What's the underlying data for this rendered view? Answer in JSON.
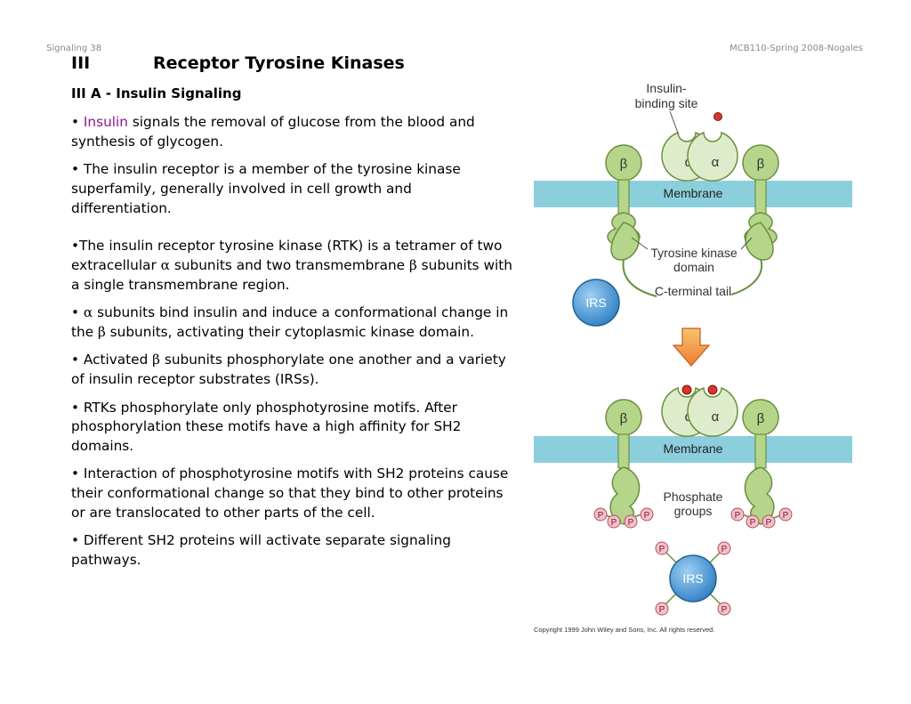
{
  "header": {
    "slide_number": "Signaling 38",
    "course": "MCB110-Spring 2008-Nogales"
  },
  "title": {
    "number": "III",
    "text": "Receptor Tyrosine Kinases"
  },
  "subtitle": "III A - Insulin Signaling",
  "bullets": {
    "b1": {
      "prefix": "• ",
      "highlight": "Insulin",
      "rest": " signals the removal of glucose from the blood and synthesis of glycogen."
    },
    "b2": "• The insulin receptor is a member of the tyrosine kinase superfamily, generally involved in cell growth and differentiation.",
    "b3": {
      "p1": "•The insulin receptor tyrosine kinase (RTK) is a tetramer of two extracellular ",
      "g1": "α",
      "p2": " subunits and two transmembrane ",
      "g2": "β",
      "p3": " subunits with a single transmembrane region."
    },
    "b4": {
      "p1": "• ",
      "g1": "α",
      "p2": " subunits bind insulin and induce a conformational change in the ",
      "g2": "β",
      "p3": " subunits, activating their cytoplasmic kinase domain."
    },
    "b5": {
      "p1": "• Activated ",
      "g1": "β",
      "p2": " subunits phosphorylate one another and a variety of insulin receptor substrates (IRSs)."
    },
    "b6": "• RTKs phosphorylate only phosphotyrosine motifs. After phosphorylation these motifs have a high affinity for SH2 domains.",
    "b7": "• Interaction of phosphotyrosine motifs with SH2 proteins cause their conformational change so that they bind to other proteins or are translocated to other parts of the cell.",
    "b8": "• Different SH2 proteins will activate separate signaling pathways."
  },
  "figure": {
    "top": {
      "insulin_binding_1": "Insulin-",
      "insulin_binding_2": "binding site",
      "membrane": "Membrane",
      "tk_1": "Tyrosine kinase",
      "tk_2": "domain",
      "c_tail": "C-terminal tail",
      "irs": "IRS",
      "alpha": "α",
      "beta": "β"
    },
    "bottom": {
      "membrane": "Membrane",
      "phosphate_1": "Phosphate",
      "phosphate_2": "groups",
      "irs": "IRS",
      "p": "P",
      "alpha": "α",
      "beta": "β"
    },
    "copyright": "Copyright 1999 John Wiley and Sons, Inc. All rights reserved.",
    "colors": {
      "membrane": "#8ccfdc",
      "subunit_green": "#b5d68a",
      "alpha_light": "#dfeccb",
      "insulin_red": "#d8342c",
      "irs_blue": "#3e8fd0",
      "arrow_orange": "#f2a24c",
      "phosphate_pink": "#f6c0c8"
    }
  }
}
